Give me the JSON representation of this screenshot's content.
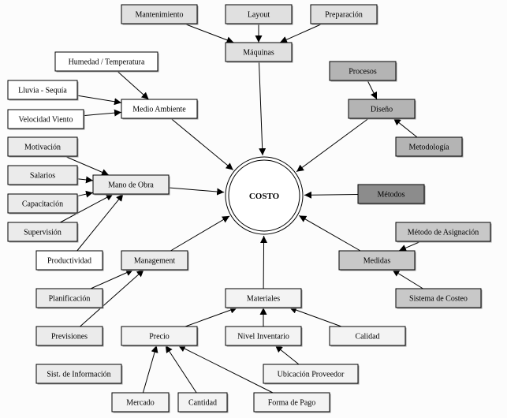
{
  "center": {
    "label": "COSTO"
  },
  "nodes": {
    "mantenimiento": {
      "label": "Mantenimiento",
      "fill": "#e0e0e0"
    },
    "layout": {
      "label": "Layout",
      "fill": "#e0e0e0"
    },
    "preparacion": {
      "label": "Preparación",
      "fill": "#e0e0e0"
    },
    "maquinas": {
      "label": "Máquinas",
      "fill": "#e0e0e0"
    },
    "humedad": {
      "label": "Humedad / Temperatura",
      "fill": "#ffffff"
    },
    "lluvia": {
      "label": "Lluvia - Sequía",
      "fill": "#ffffff"
    },
    "velocidad": {
      "label": "Velocidad Viento",
      "fill": "#ffffff"
    },
    "medio_ambiente": {
      "label": "Medio Ambiente",
      "fill": "#ffffff"
    },
    "procesos": {
      "label": "Procesos",
      "fill": "#b4b4b4"
    },
    "diseno": {
      "label": "Diseño",
      "fill": "#b4b4b4"
    },
    "metodologia": {
      "label": "Metodología",
      "fill": "#b4b4b4"
    },
    "motivacion": {
      "label": "Motivación",
      "fill": "#ebebeb"
    },
    "salarios": {
      "label": "Salarios",
      "fill": "#ebebeb"
    },
    "capacitacion": {
      "label": "Capacitación",
      "fill": "#ebebeb"
    },
    "supervision": {
      "label": "Supervisión",
      "fill": "#ebebeb"
    },
    "mano_obra": {
      "label": "Mano de Obra",
      "fill": "#ebebeb"
    },
    "metodos": {
      "label": "Métodos",
      "fill": "#8c8c8c"
    },
    "metodo_asignacion": {
      "label": "Método de Asignación",
      "fill": "#c8c8c8"
    },
    "medidas": {
      "label": "Medidas",
      "fill": "#c8c8c8"
    },
    "sistema_costeo": {
      "label": "Sistema de Costeo",
      "fill": "#c8c8c8"
    },
    "productividad": {
      "label": "Productividad",
      "fill": "#ffffff"
    },
    "management": {
      "label": "Management",
      "fill": "#ebebeb"
    },
    "planificacion": {
      "label": "Planificación",
      "fill": "#ebebeb"
    },
    "previsiones": {
      "label": "Previsiones",
      "fill": "#ebebeb"
    },
    "sist_informacion": {
      "label": "Sist. de Información",
      "fill": "#ebebeb"
    },
    "materiales": {
      "label": "Materiales",
      "fill": "#f3f3f3"
    },
    "precio": {
      "label": "Precio",
      "fill": "#f3f3f3"
    },
    "nivel_inventario": {
      "label": "Nivel Inventario",
      "fill": "#f3f3f3"
    },
    "calidad": {
      "label": "Calidad",
      "fill": "#f3f3f3"
    },
    "ubicacion": {
      "label": "Ubicación Proveedor",
      "fill": "#f3f3f3"
    },
    "mercado": {
      "label": "Mercado",
      "fill": "#f3f3f3"
    },
    "cantidad": {
      "label": "Cantidad",
      "fill": "#f3f3f3"
    },
    "forma_pago": {
      "label": "Forma de Pago",
      "fill": "#f3f3f3"
    }
  },
  "edges": [
    [
      "mantenimiento",
      "maquinas"
    ],
    [
      "layout",
      "maquinas"
    ],
    [
      "preparacion",
      "maquinas"
    ],
    [
      "maquinas",
      "center"
    ],
    [
      "humedad",
      "medio_ambiente"
    ],
    [
      "lluvia",
      "medio_ambiente"
    ],
    [
      "velocidad",
      "medio_ambiente"
    ],
    [
      "medio_ambiente",
      "center"
    ],
    [
      "procesos",
      "diseno"
    ],
    [
      "metodologia",
      "diseno"
    ],
    [
      "diseno",
      "center"
    ],
    [
      "motivacion",
      "mano_obra"
    ],
    [
      "salarios",
      "mano_obra"
    ],
    [
      "capacitacion",
      "mano_obra"
    ],
    [
      "supervision",
      "mano_obra"
    ],
    [
      "productividad",
      "mano_obra"
    ],
    [
      "mano_obra",
      "center"
    ],
    [
      "metodos",
      "center"
    ],
    [
      "metodo_asignacion",
      "medidas"
    ],
    [
      "sistema_costeo",
      "medidas"
    ],
    [
      "medidas",
      "center"
    ],
    [
      "planificacion",
      "management"
    ],
    [
      "previsiones",
      "management"
    ],
    [
      "management",
      "center"
    ],
    [
      "materiales",
      "center"
    ],
    [
      "precio",
      "materiales"
    ],
    [
      "nivel_inventario",
      "materiales"
    ],
    [
      "calidad",
      "materiales"
    ],
    [
      "ubicacion",
      "nivel_inventario"
    ],
    [
      "mercado",
      "precio"
    ],
    [
      "cantidad",
      "precio"
    ],
    [
      "forma_pago",
      "precio"
    ]
  ]
}
